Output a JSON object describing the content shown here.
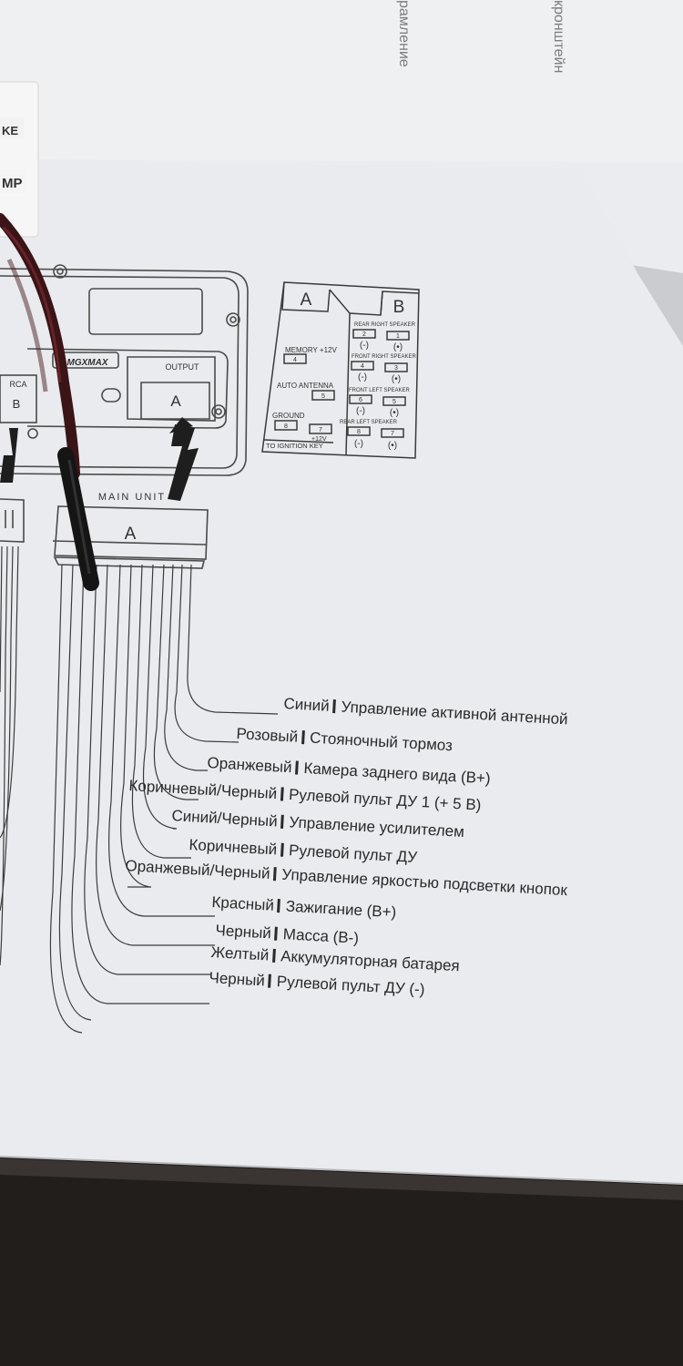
{
  "header_rotated": {
    "left_text": "рамление",
    "right_text": "кронштейн"
  },
  "sticker": {
    "top_text": "KE",
    "bottom_text": "MP"
  },
  "device": {
    "brand": "MGXMAX",
    "connector_b_label": "B",
    "connector_b_group": "RCA",
    "connector_a_label": "A",
    "connector_a_group": "OUTPUT",
    "main_unit_caption": "MAIN UNIT",
    "main_unit_connector": "A"
  },
  "pinout": {
    "a_header": "A",
    "b_header": "B",
    "a_pins": {
      "memory": "MEMORY +12V",
      "memory_pin": "4",
      "antenna": "AUTO ANTENNA",
      "antenna_pin": "5",
      "ground": "GROUND",
      "ground_pin": "8",
      "ign_pin": "7",
      "ign_voltage": "+12V",
      "ign_label": "TO IGNITION KEY"
    },
    "b_groups": [
      {
        "name": "REAR RIGHT SPEAKER",
        "neg_pin": "2",
        "pos_pin": "1",
        "neg": "(-)",
        "pos": "(•)"
      },
      {
        "name": "FRONT RIGHT SPEAKER",
        "neg_pin": "4",
        "pos_pin": "3",
        "neg": "(-)",
        "pos": "(•)"
      },
      {
        "name": "FRONT LEFT SPEAKER",
        "neg_pin": "6",
        "pos_pin": "5",
        "neg": "(-)",
        "pos": "(•)"
      },
      {
        "name": "REAR LEFT SPEAKER",
        "neg_pin": "8",
        "pos_pin": "7",
        "neg": "(-)",
        "pos": "(•)"
      }
    ]
  },
  "wires": [
    {
      "color": "Синий",
      "desc": "Управление  активной  антенной"
    },
    {
      "color": "Розовый",
      "desc": "Стояночный тормоз"
    },
    {
      "color": "Оранжевый",
      "desc": "Камера заднего вида (В+)"
    },
    {
      "color": "Коричневый/Черный",
      "desc": "Рулевой пульт ДУ 1 (+ 5 В)"
    },
    {
      "color": "Синий/Черный",
      "desc": "Управление усилителем"
    },
    {
      "color": "Коричневый",
      "desc": "Рулевой пульт ДУ"
    },
    {
      "color": "Оранжевый/Черный",
      "desc": "Управление яркостью подсветки кнопок"
    },
    {
      "color": "Красный",
      "desc": "Зажигание (В+)"
    },
    {
      "color": "Черный",
      "desc": "Масса (В-)"
    },
    {
      "color": "Желтый",
      "desc": "Аккумуляторная батарея"
    },
    {
      "color": "Черный",
      "desc": "Рулевой пульт ДУ (-)"
    }
  ]
}
